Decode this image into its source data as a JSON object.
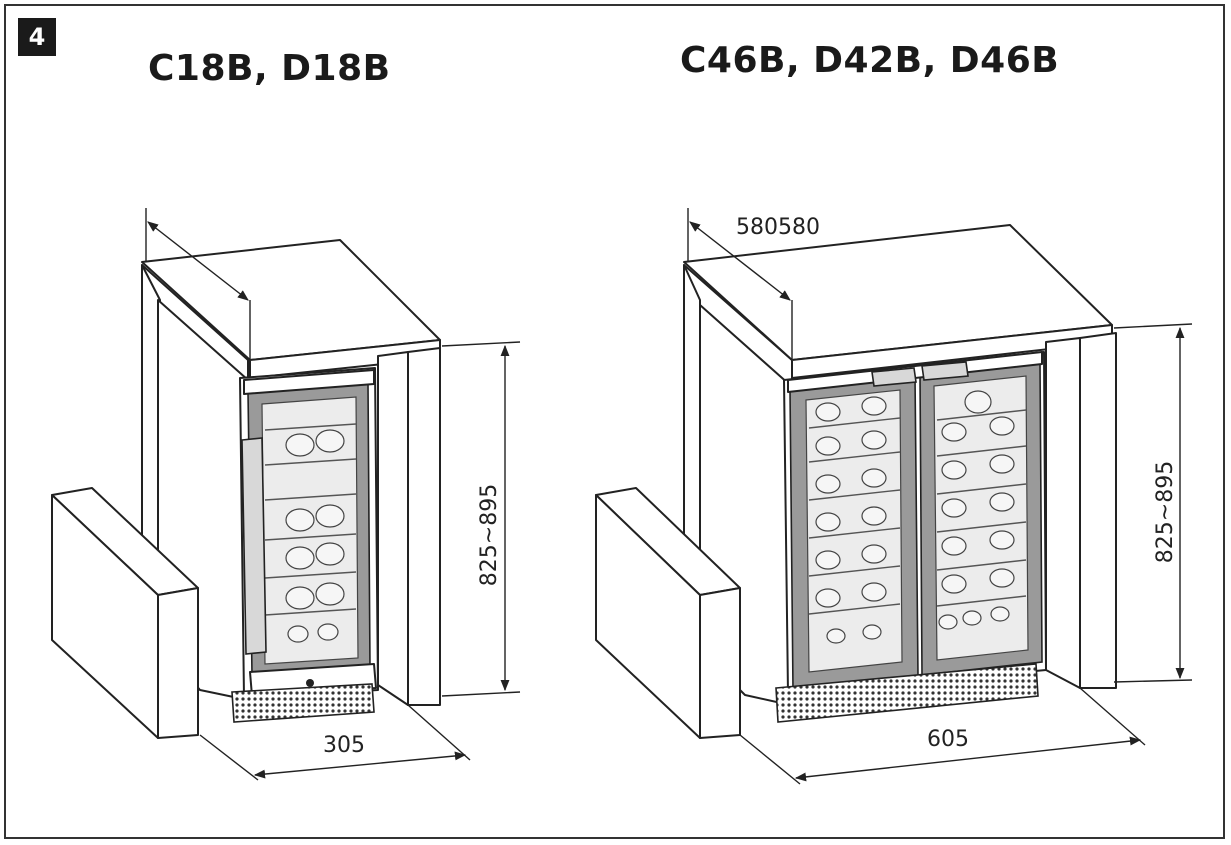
{
  "step": "4",
  "left": {
    "title": "C18B, D18B",
    "depth": "",
    "height": "825~895",
    "width": "305"
  },
  "right": {
    "title": "C46B, D42B, D46B",
    "depth": "580580",
    "height": "825~895",
    "width": "605"
  }
}
